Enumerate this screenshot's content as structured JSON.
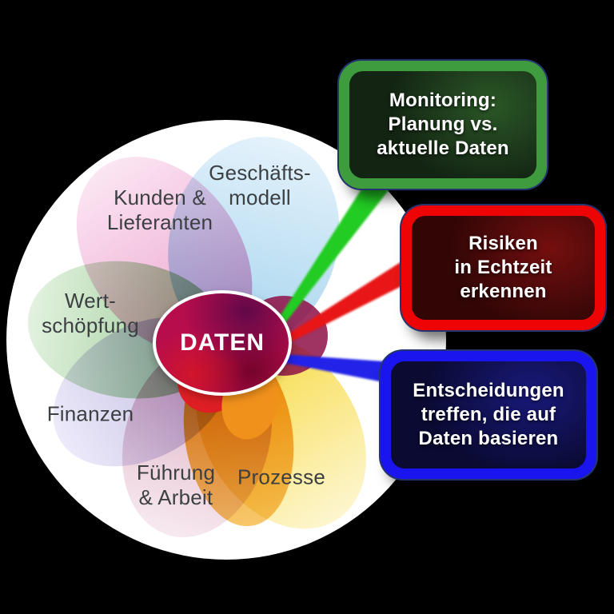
{
  "background_color": "#000000",
  "flower": {
    "center_label": "DATEN",
    "center_fill_color": "#b80d4c",
    "petals": [
      {
        "id": "geschaeftsmodell",
        "label": "Geschäfts-\nmodell",
        "color": "#a6d4ee"
      },
      {
        "id": "kunden",
        "label": "Kunden &\nLieferanten",
        "color": "#ec9fcb"
      },
      {
        "id": "wertschoepfung",
        "label": "Wert-\nschöpfung",
        "color": "#8fc487"
      },
      {
        "id": "finanzen",
        "label": "Finanzen",
        "color": "#b9b3dc"
      },
      {
        "id": "fuehrung",
        "label": "Führung\n& Arbeit",
        "color": "#d9a8bd"
      },
      {
        "id": "prozesse",
        "label": "Prozesse",
        "color": "#f7d93e"
      }
    ]
  },
  "callouts": [
    {
      "id": "monitoring",
      "label": "Monitoring:\nPlanung vs.\naktuelle Daten",
      "border_color": "#3e9b3e",
      "fill_color": "#132413",
      "ray_color": "#22cc22"
    },
    {
      "id": "risiken",
      "label": "Risiken\nin Echtzeit\nerkennen",
      "border_color": "#ee0404",
      "fill_color": "#330606",
      "ray_color": "#e81212"
    },
    {
      "id": "entscheidungen",
      "label": "Entscheidungen\ntreffen, die auf\nDaten basieren",
      "border_color": "#1a15ef",
      "fill_color": "#0a0a33",
      "ray_color": "#2020e8"
    }
  ]
}
